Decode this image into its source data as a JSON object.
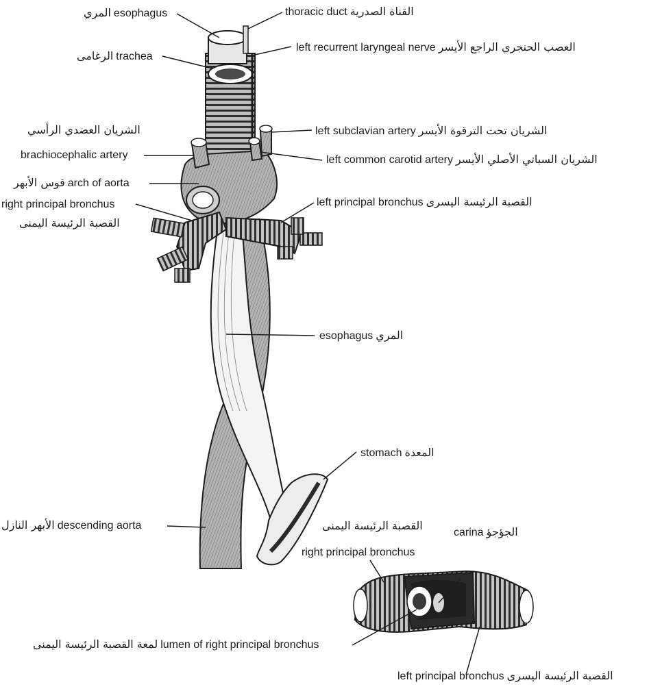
{
  "labels": {
    "esophagus_top": {
      "en": "esophagus",
      "ar": "المري"
    },
    "thoracic_duct": {
      "en": "thoracic duct",
      "ar": "القناة الصدرية"
    },
    "trachea": {
      "en": "trachea",
      "ar": "الرغامى"
    },
    "left_recurrent_laryngeal_nerve": {
      "en": "left recurrent laryngeal nerve",
      "ar": "العصب الحنجري الراجع الأيسر"
    },
    "brachiocephalic_artery": {
      "en": "brachiocephalic artery",
      "ar": "الشريان العضدي الرأسي"
    },
    "left_subclavian_artery": {
      "en": "left subclavian artery",
      "ar": "الشريان تحت الترقوة الأيسر"
    },
    "left_common_carotid_artery": {
      "en": "left common carotid artery",
      "ar": "الشريان السباتي الأصلي الأيسر"
    },
    "arch_of_aorta": {
      "en": "arch of aorta",
      "ar": "قوس الأبهر"
    },
    "right_principal_bronchus": {
      "en": "right principal bronchus",
      "ar": "القصبة الرئيسة اليمنى"
    },
    "left_principal_bronchus": {
      "en": "left principal bronchus",
      "ar": "القصبة الرئيسة اليسرى"
    },
    "esophagus_mid": {
      "en": "esophagus",
      "ar": "المري"
    },
    "stomach": {
      "en": "stomach",
      "ar": "المعدة"
    },
    "descending_aorta": {
      "en": "descending aorta",
      "ar": "الأبهر النازل"
    },
    "inset_right_principal_bronchus": {
      "en": "right principal bronchus",
      "ar": "القصبة الرئيسة اليمنى"
    },
    "carina": {
      "en": "carina",
      "ar": "الجؤجؤ"
    },
    "lumen_right_principal_bronchus": {
      "en": "lumen of right principal bronchus",
      "ar": "لمعة القصبة الرئيسة اليمنى"
    },
    "inset_left_principal_bronchus": {
      "en": "left principal bronchus",
      "ar": "القصبة الرئيسة اليسرى"
    }
  },
  "colors": {
    "ink": "#1c1c1c",
    "tissue": "#a9a9a9",
    "tissue_light": "#d9d9d9",
    "esophagus_fill": "#f4f4f4",
    "lumen_dark": "#2a2a2a"
  }
}
